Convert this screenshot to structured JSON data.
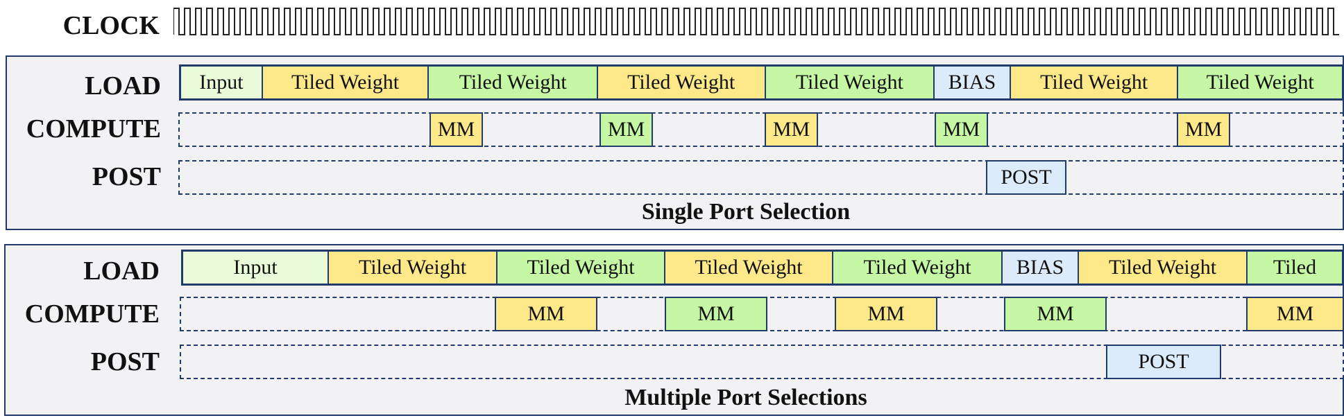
{
  "clock": {
    "label": "CLOCK"
  },
  "panels": [
    {
      "caption": "Single Port Selection",
      "load_label": "LOAD",
      "compute_label": "COMPUTE",
      "post_label": "POST",
      "load": [
        "Input",
        "Tiled Weight",
        "Tiled Weight",
        "Tiled Weight",
        "Tiled Weight",
        "BIAS",
        "Tiled Weight",
        "Tiled Weight"
      ],
      "compute": [
        "MM",
        "MM",
        "MM",
        "MM",
        "MM"
      ],
      "post": [
        "POST"
      ]
    },
    {
      "caption": "Multiple Port Selections",
      "load_label": "LOAD",
      "compute_label": "COMPUTE",
      "post_label": "POST",
      "load": [
        "Input",
        "Tiled Weight",
        "Tiled Weight",
        "Tiled Weight",
        "Tiled Weight",
        "BIAS",
        "Tiled Weight",
        "Tiled"
      ],
      "compute": [
        "MM",
        "MM",
        "MM",
        "MM",
        "MM"
      ],
      "post": [
        "POST"
      ]
    }
  ],
  "colors": {
    "input": "#eafbd9",
    "tiled_weight_yellow": "#fde88a",
    "tiled_weight_green": "#c5f7a4",
    "bias_post": "#dcebfa",
    "border": "#1f3a6b"
  }
}
